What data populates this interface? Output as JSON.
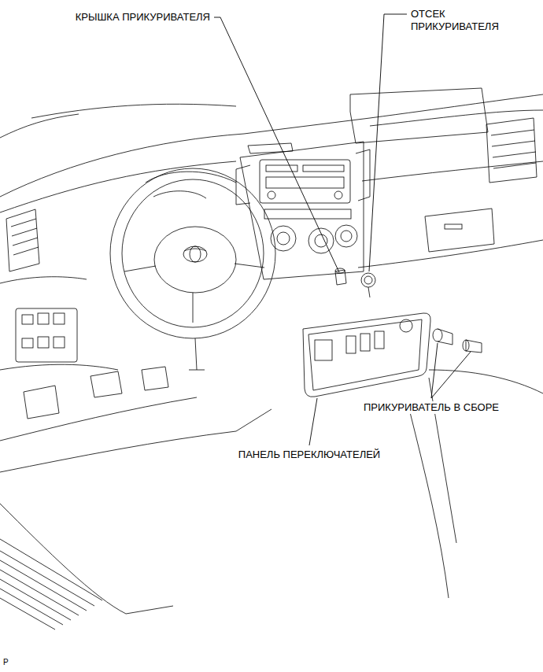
{
  "diagram": {
    "labels": [
      "КРЫШКА ПРИКУРИВАТЕЛЯ",
      "ОТСЕК ПРИКУРИВАТЕЛЯ",
      "ПРИКУРИВАТЕЛЬ В СБОРЕ",
      "ПАНЕЛЬ ПЕРЕКЛЮЧАТЕЛЕЙ",
      "P"
    ]
  }
}
